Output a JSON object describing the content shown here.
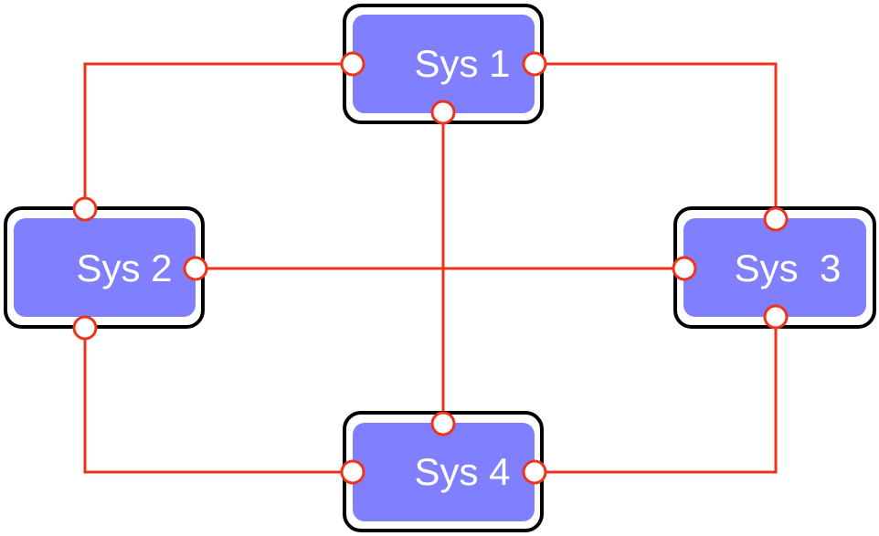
{
  "diagram": {
    "nodes": [
      {
        "id": "sys1",
        "label": "Sys 1"
      },
      {
        "id": "sys2",
        "label": "Sys 2"
      },
      {
        "id": "sys3",
        "label": "Sys  3"
      },
      {
        "id": "sys4",
        "label": "Sys 4"
      }
    ],
    "edges": [
      {
        "from": "sys1",
        "to": "sys2"
      },
      {
        "from": "sys1",
        "to": "sys3"
      },
      {
        "from": "sys1",
        "to": "sys4"
      },
      {
        "from": "sys2",
        "to": "sys3"
      },
      {
        "from": "sys2",
        "to": "sys4"
      },
      {
        "from": "sys3",
        "to": "sys4"
      }
    ],
    "colors": {
      "node_fill": "#8080ff",
      "node_frame": "#000000",
      "connector": "#ee3319",
      "label": "#ffffff",
      "background": "#ffffff"
    }
  }
}
